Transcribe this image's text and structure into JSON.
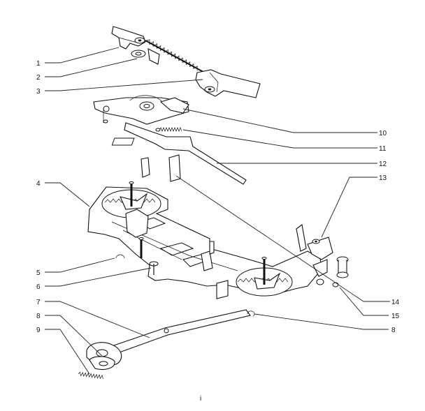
{
  "diagram": {
    "callouts": [
      "1",
      "2",
      "3",
      "4",
      "5",
      "6",
      "7",
      "8",
      "9",
      "10",
      "11",
      "12",
      "13",
      "14",
      "15",
      "8"
    ],
    "footer_mark": "i"
  }
}
